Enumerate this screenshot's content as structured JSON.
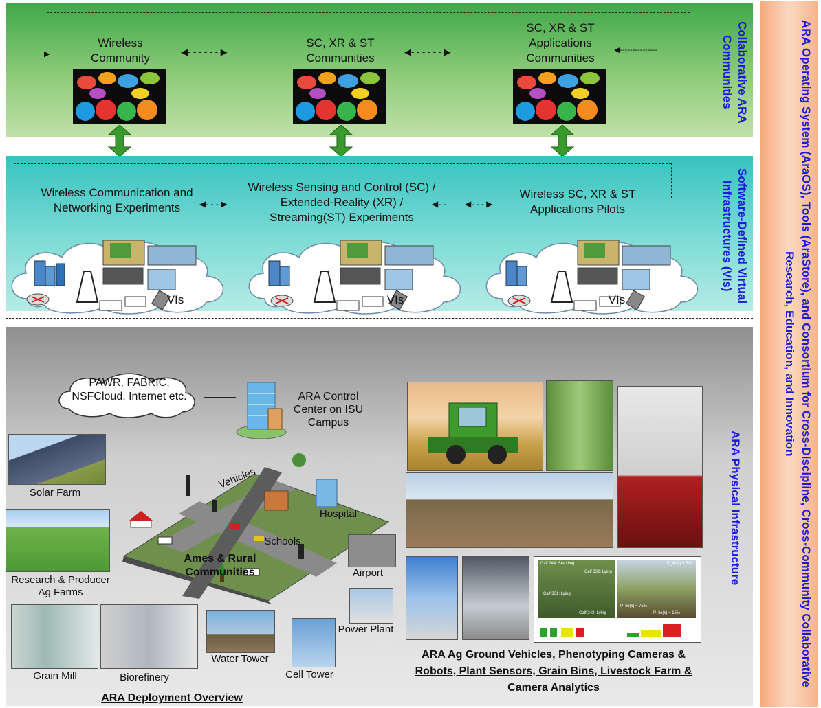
{
  "top_section": {
    "title": "Collaborative ARA Communities",
    "communities": [
      {
        "label": "Wireless Community"
      },
      {
        "label": "SC, XR & ST Communities"
      },
      {
        "label": "SC, XR & ST Applications Communities"
      }
    ]
  },
  "middle_section": {
    "title": "Software-Defined Virtual Infrastructures (VIs)",
    "experiments": [
      {
        "label": "Wireless Communication and Networking Experiments"
      },
      {
        "label": "Wireless Sensing and Control (SC) / Extended-Reality (XR) / Streaming(ST) Experiments"
      },
      {
        "label": "Wireless SC, XR & ST Applications Pilots"
      }
    ],
    "vi_label": "VIs"
  },
  "bottom_section": {
    "title": "ARA Physical Infrastructure",
    "cloud_text": "PAWR, FABRIC, NSFCloud, Internet etc.",
    "control_center": "ARA Control Center on ISU Campus",
    "labels": {
      "solar_farm": "Solar Farm",
      "ag_farms": "Research & Producer Ag Farms",
      "grain_mill": "Grain Mill",
      "biorefinery": "Biorefinery",
      "water_tower": "Water Tower",
      "cell_tower": "Cell Tower",
      "power_plant": "Power Plant",
      "airport": "Airport",
      "hospital": "Hospital",
      "schools": "Schools",
      "vehicles": "Vehicles",
      "ames": "Ames & Rural Communities"
    },
    "left_caption": "ARA Deployment Overview",
    "right_caption": "ARA Ag Ground Vehicles, Phenotyping Cameras & Robots, Plant Sensors, Grain Bins, Livestock Farm & Camera Analytics",
    "analytics_labels": [
      "Calf 244: Standing",
      "Calf 332: Lying",
      "Calf 331: Lying",
      "Calf 243: Lying",
      "P_lie(k) = 5%",
      "P_lie(k) = 75%",
      "P_lie(k) = 15%"
    ]
  },
  "side_banner": {
    "text": "ARA Operating System (AraOS), Tools (AraStore), and Consortium for Cross-Discipline, Cross-Community Collaborative Research, Education, and Innovation"
  },
  "colors": {
    "accent_title": "#1a1ad8",
    "arrow_green": "#3a9a2e",
    "top_panel": "#5cb65a",
    "middle_panel": "#5fd3cd",
    "bottom_panel": "#c8c8c8",
    "side_panel": "#f7c3a2"
  },
  "icons": [
    "people-speech-icon",
    "server-icon",
    "antenna-tower-icon",
    "router-icon",
    "bus-icon",
    "car-icon",
    "phone-icon",
    "building-icon",
    "traffic-light-icon"
  ]
}
